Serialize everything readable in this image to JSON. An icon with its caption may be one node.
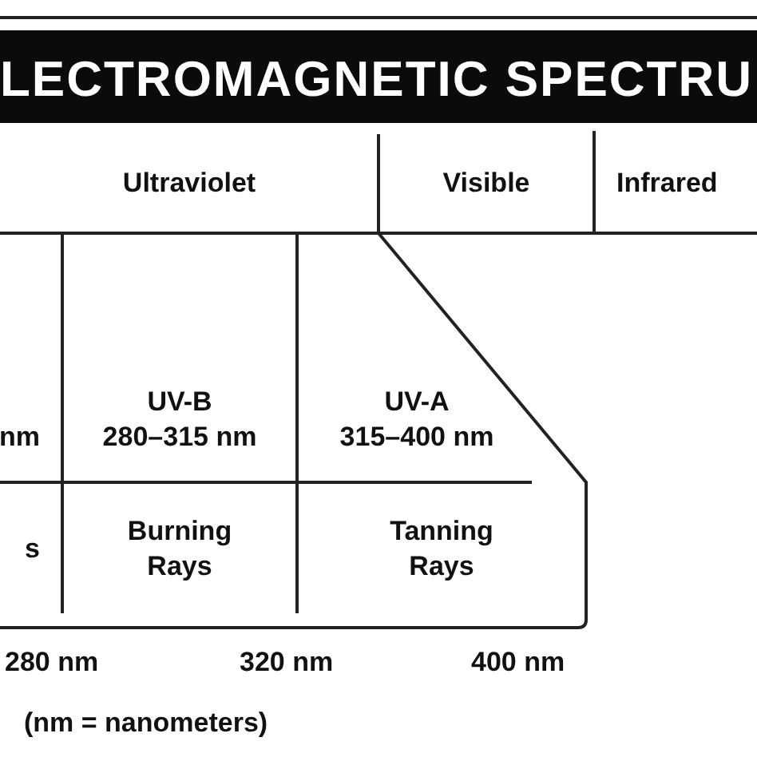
{
  "diagram": {
    "title": "LECTROMAGNETIC SPECTRU",
    "nodes": [
      {
        "text": [
          "Ultraviolet"
        ]
      },
      {
        "text": [
          "Visible"
        ]
      },
      {
        "text": [
          "Infrared"
        ]
      },
      {
        "text": [
          "nm"
        ]
      },
      {
        "text": [
          "UV-B",
          "280–315 nm"
        ]
      },
      {
        "text": [
          "UV-A",
          "315–400 nm"
        ]
      },
      {
        "text": [
          "s"
        ]
      },
      {
        "text": [
          "Burning Rays"
        ]
      },
      {
        "text": [
          "Tanning Rays"
        ]
      }
    ],
    "labels": [
      "280 nm",
      "320 nm",
      "400 nm",
      "(nm = nanometers)"
    ]
  }
}
